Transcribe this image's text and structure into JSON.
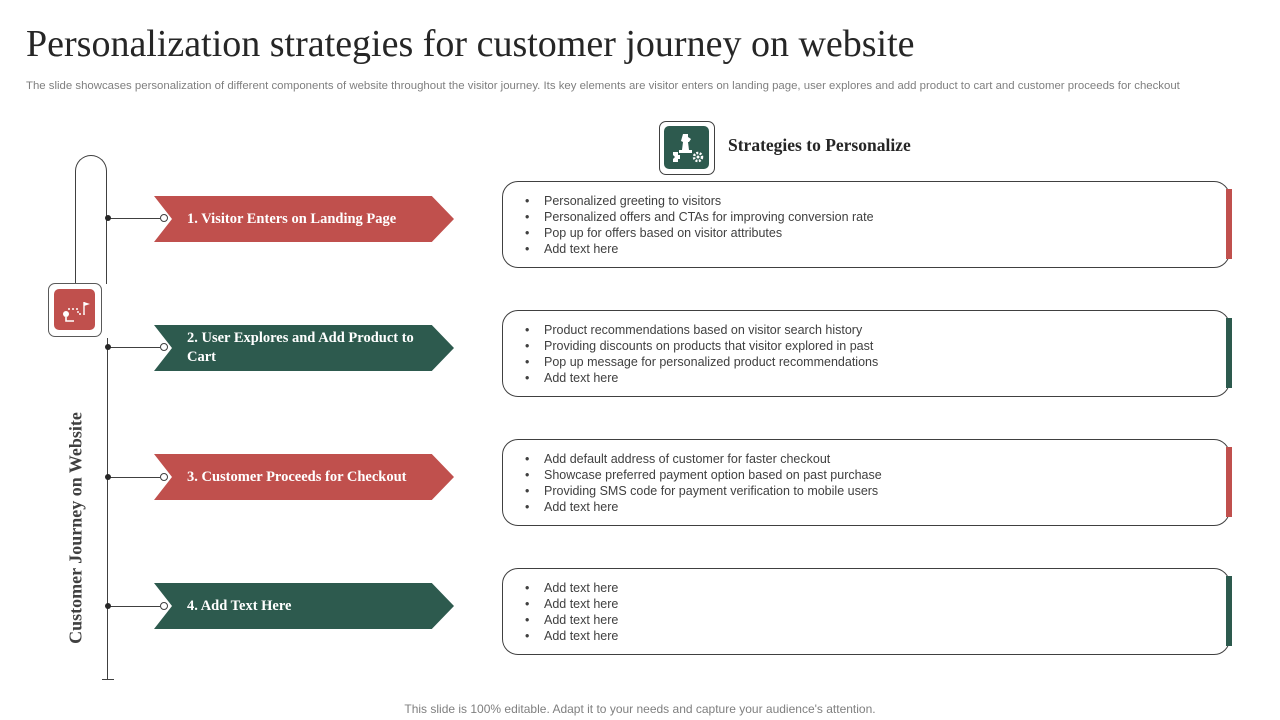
{
  "title": "Personalization strategies for customer journey on website",
  "subtitle": "The slide showcases personalization of different components of website throughout the visitor journey. Its key elements are visitor enters on landing page, user explores and add product to cart and customer proceeds for checkout",
  "journey_label": "Customer Journey on Website",
  "strategies_header": "Strategies to Personalize",
  "steps": [
    {
      "label": "1. Visitor Enters on Landing Page",
      "color": "#c0504d",
      "bullets": [
        "Personalized greeting to visitors",
        "Personalized offers and CTAs for improving  conversion  rate",
        "Pop up for  offers  based on visitor  attributes",
        "Add text here"
      ]
    },
    {
      "label": "2. User Explores and Add Product to Cart",
      "color": "#2d5a4e",
      "bullets": [
        "Product recommendations  based on visitor  search history",
        "Providing  discounts on products that visitor  explored in past",
        "Pop up message for personalized  product recommendations",
        "Add text here"
      ]
    },
    {
      "label": "3. Customer Proceeds for Checkout",
      "color": "#c0504d",
      "bullets": [
        "Add default  address of customer for faster checkout",
        "Showcase preferred  payment  option based on past purchase",
        "Providing  SMS code for payment verification  to mobile users",
        "Add text here"
      ]
    },
    {
      "label": "4. Add Text Here",
      "color": "#2d5a4e",
      "bullets": [
        "Add text here",
        "Add text here",
        "Add text here",
        "Add text here"
      ]
    }
  ],
  "footer": "This slide is 100% editable. Adapt it to your needs and capture your audience's attention."
}
